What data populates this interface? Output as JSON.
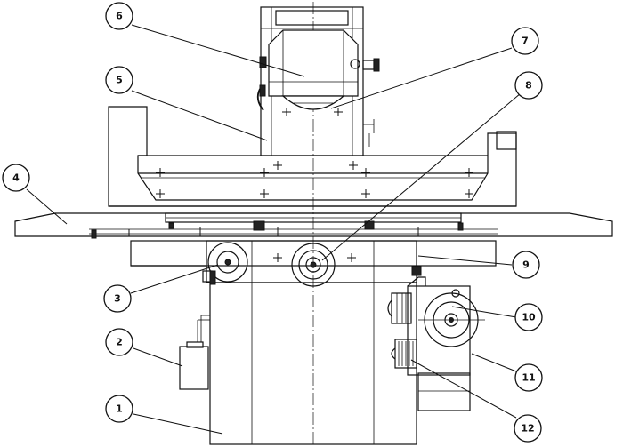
{
  "callouts": [
    {
      "id": "1",
      "label": "1"
    },
    {
      "id": "2",
      "label": "2"
    },
    {
      "id": "3",
      "label": "3"
    },
    {
      "id": "4",
      "label": "4"
    },
    {
      "id": "5",
      "label": "5"
    },
    {
      "id": "6",
      "label": "6"
    },
    {
      "id": "7",
      "label": "7"
    },
    {
      "id": "8",
      "label": "8"
    },
    {
      "id": "9",
      "label": "9"
    },
    {
      "id": "10",
      "label": "10"
    },
    {
      "id": "11",
      "label": "11"
    },
    {
      "id": "12",
      "label": "12"
    }
  ],
  "colors": {
    "ink": "#111111",
    "paper": "#ffffff"
  }
}
